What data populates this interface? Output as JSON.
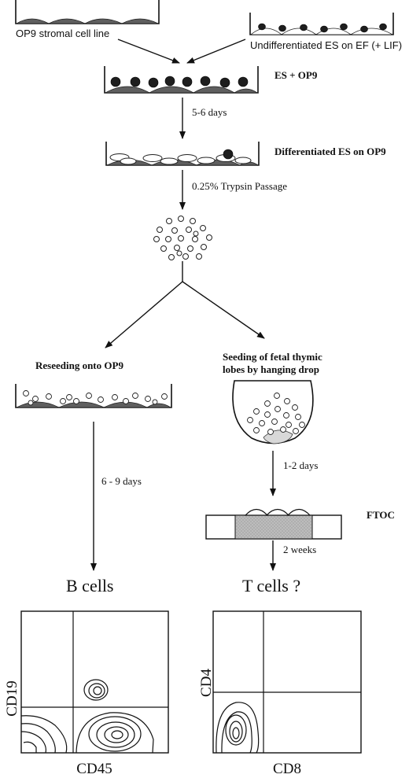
{
  "labels": {
    "op9_line": "OP9 stromal cell line",
    "undiff_es": "Undifferentiated ES on EF (+ LIF)",
    "es_op9": "ES + OP9",
    "days_5_6": "5-6 days",
    "diff_es": "Differentiated ES on OP9",
    "trypsin": "0.25% Trypsin Passage",
    "reseeding": "Reseeding onto OP9",
    "seeding_line1": "Seeding of fetal thymic",
    "seeding_line2": "lobes by hanging drop",
    "days_1_2": "1-2 days",
    "ftoc": "FTOC",
    "days_6_9": "6 - 9 days",
    "weeks_2": "2 weeks",
    "b_cells": "B cells",
    "t_cells": "T cells ?"
  },
  "plots": {
    "left": {
      "y_axis": "CD19",
      "x_axis": "CD45"
    },
    "right": {
      "y_axis": "CD4",
      "x_axis": "CD8"
    }
  }
}
